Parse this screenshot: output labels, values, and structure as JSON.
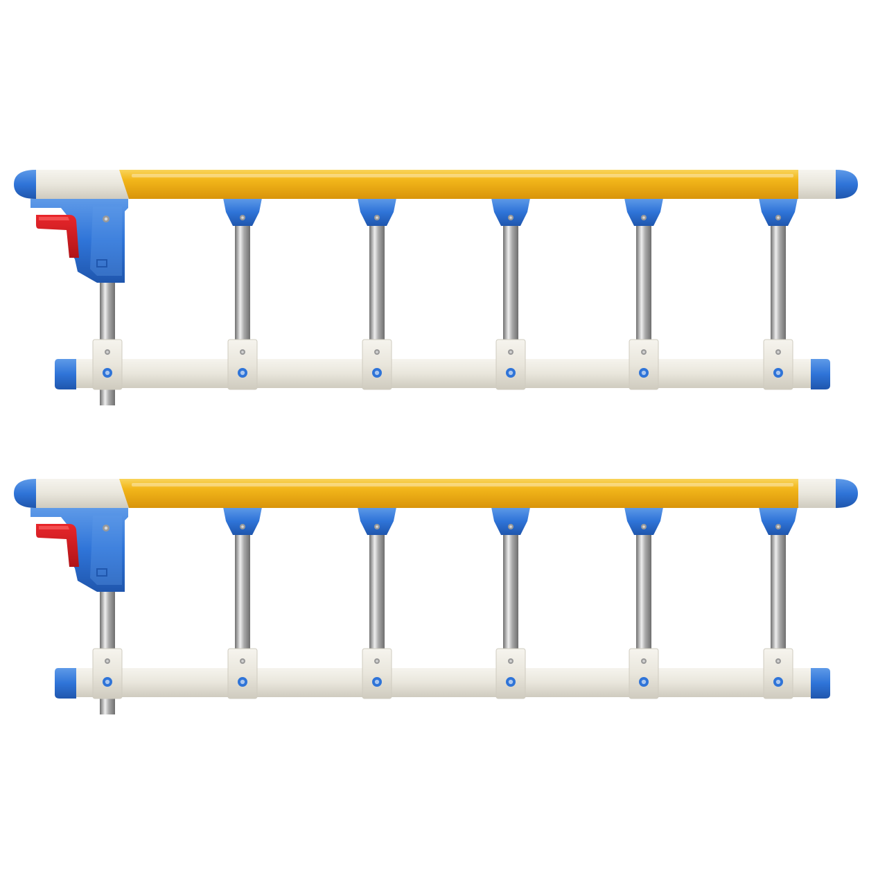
{
  "scene": {
    "subject": "bed-side-rail",
    "rail_count": 2,
    "posts_per_rail": 6,
    "colors": {
      "background": "#ffffff",
      "top_bar_yellow": "#f2b61a",
      "top_bar_highlight": "#f9d45a",
      "top_bar_shadow": "#d9940a",
      "cream_plastic": "#e9e6dc",
      "cream_shadow": "#cfcbbf",
      "blue_plastic": "#2f74d8",
      "blue_shadow": "#1f56ad",
      "blue_highlight": "#5e9ae8",
      "red_lever": "#e8262b",
      "red_shadow": "#b01418",
      "steel_light": "#eeeeee",
      "steel_mid": "#a9a9a9",
      "steel_dark": "#6e6e6e",
      "screw": "#9a9a9a"
    }
  }
}
